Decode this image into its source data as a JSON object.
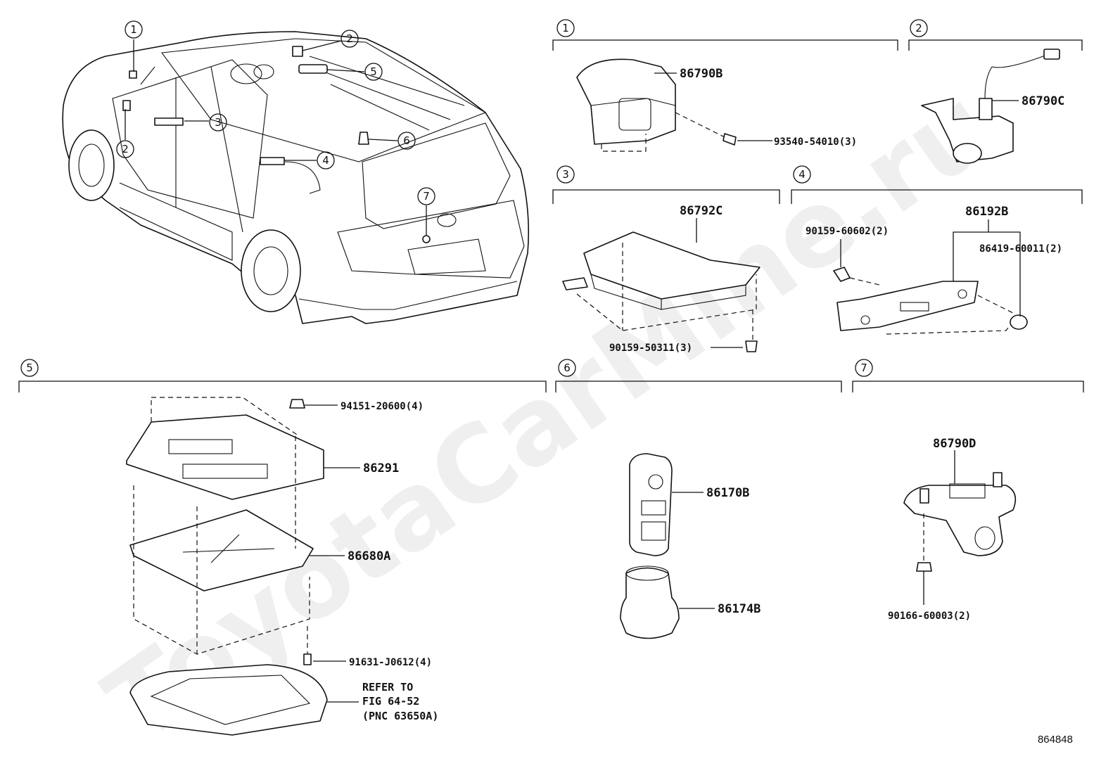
{
  "watermark": "ToyotaCarMine.ru",
  "diagram_id": "864848",
  "overview_callouts": [
    "1",
    "2",
    "3",
    "4",
    "5",
    "6",
    "7",
    "2"
  ],
  "groups": [
    {
      "num": "1",
      "parts": [
        {
          "label": "86790B"
        },
        {
          "label": "93540-54010(3)"
        }
      ]
    },
    {
      "num": "2",
      "parts": [
        {
          "label": "86790C"
        }
      ]
    },
    {
      "num": "3",
      "parts": [
        {
          "label": "86792C"
        },
        {
          "label": "90159-50311(3)"
        }
      ]
    },
    {
      "num": "4",
      "parts": [
        {
          "label": "86192B"
        },
        {
          "label": "90159-60602(2)"
        },
        {
          "label": "86419-60011(2)"
        }
      ]
    },
    {
      "num": "5",
      "parts": [
        {
          "label": "94151-20600(4)"
        },
        {
          "label": "86291"
        },
        {
          "label": "86680A"
        },
        {
          "label": "91631-J0612(4)"
        }
      ]
    },
    {
      "num": "6",
      "parts": [
        {
          "label": "86170B"
        },
        {
          "label": "86174B"
        }
      ]
    },
    {
      "num": "7",
      "parts": [
        {
          "label": "86790D"
        },
        {
          "label": "90166-60003(2)"
        }
      ]
    }
  ],
  "refer_note": [
    "REFER TO",
    "FIG 64-52",
    "(PNC 63650A)"
  ]
}
